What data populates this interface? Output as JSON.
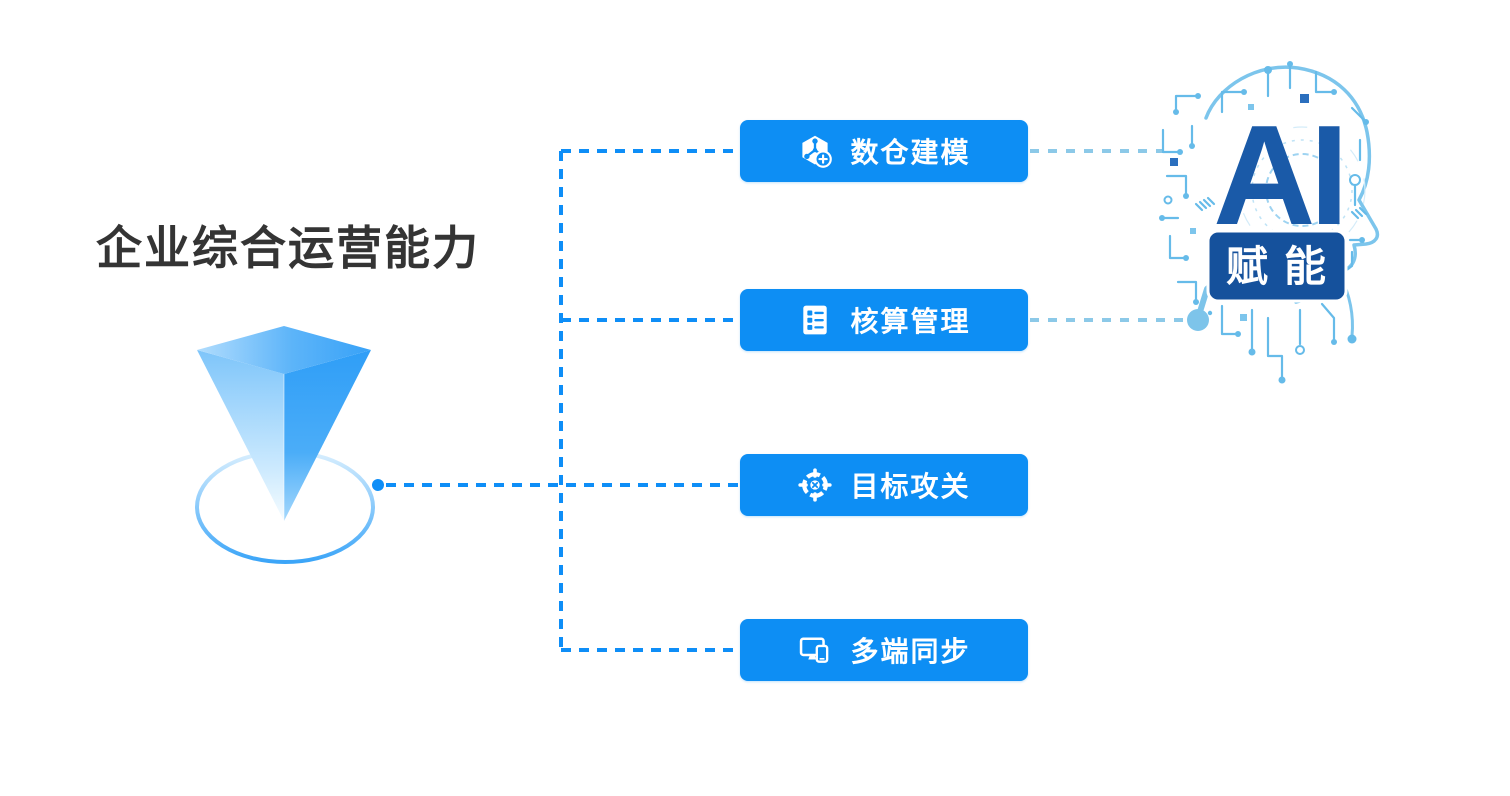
{
  "title": {
    "text": "企业综合运营能力"
  },
  "capabilities": [
    {
      "label": "数仓建模",
      "icon": "data-model-add-icon"
    },
    {
      "label": "核算管理",
      "icon": "checklist-icon"
    },
    {
      "label": "目标攻关",
      "icon": "target-icon"
    },
    {
      "label": "多端同步",
      "icon": "multi-device-sync-icon"
    }
  ],
  "ai_graphic": {
    "headline": "AI",
    "badge_label": "赋能"
  },
  "colors": {
    "button-blue": "#0d8ef4",
    "connector-blue": "#0e8ef7",
    "connector-light": "#8cc9e8",
    "node-light": "#7dc4ea",
    "circuit-blue": "#66bbe9",
    "circuit-dark": "#2b6fbe",
    "head-outline": "#7cc5ec",
    "ai-dark": "#1a5aa8",
    "badge-bg": "#15519c",
    "title-color": "#343434"
  }
}
